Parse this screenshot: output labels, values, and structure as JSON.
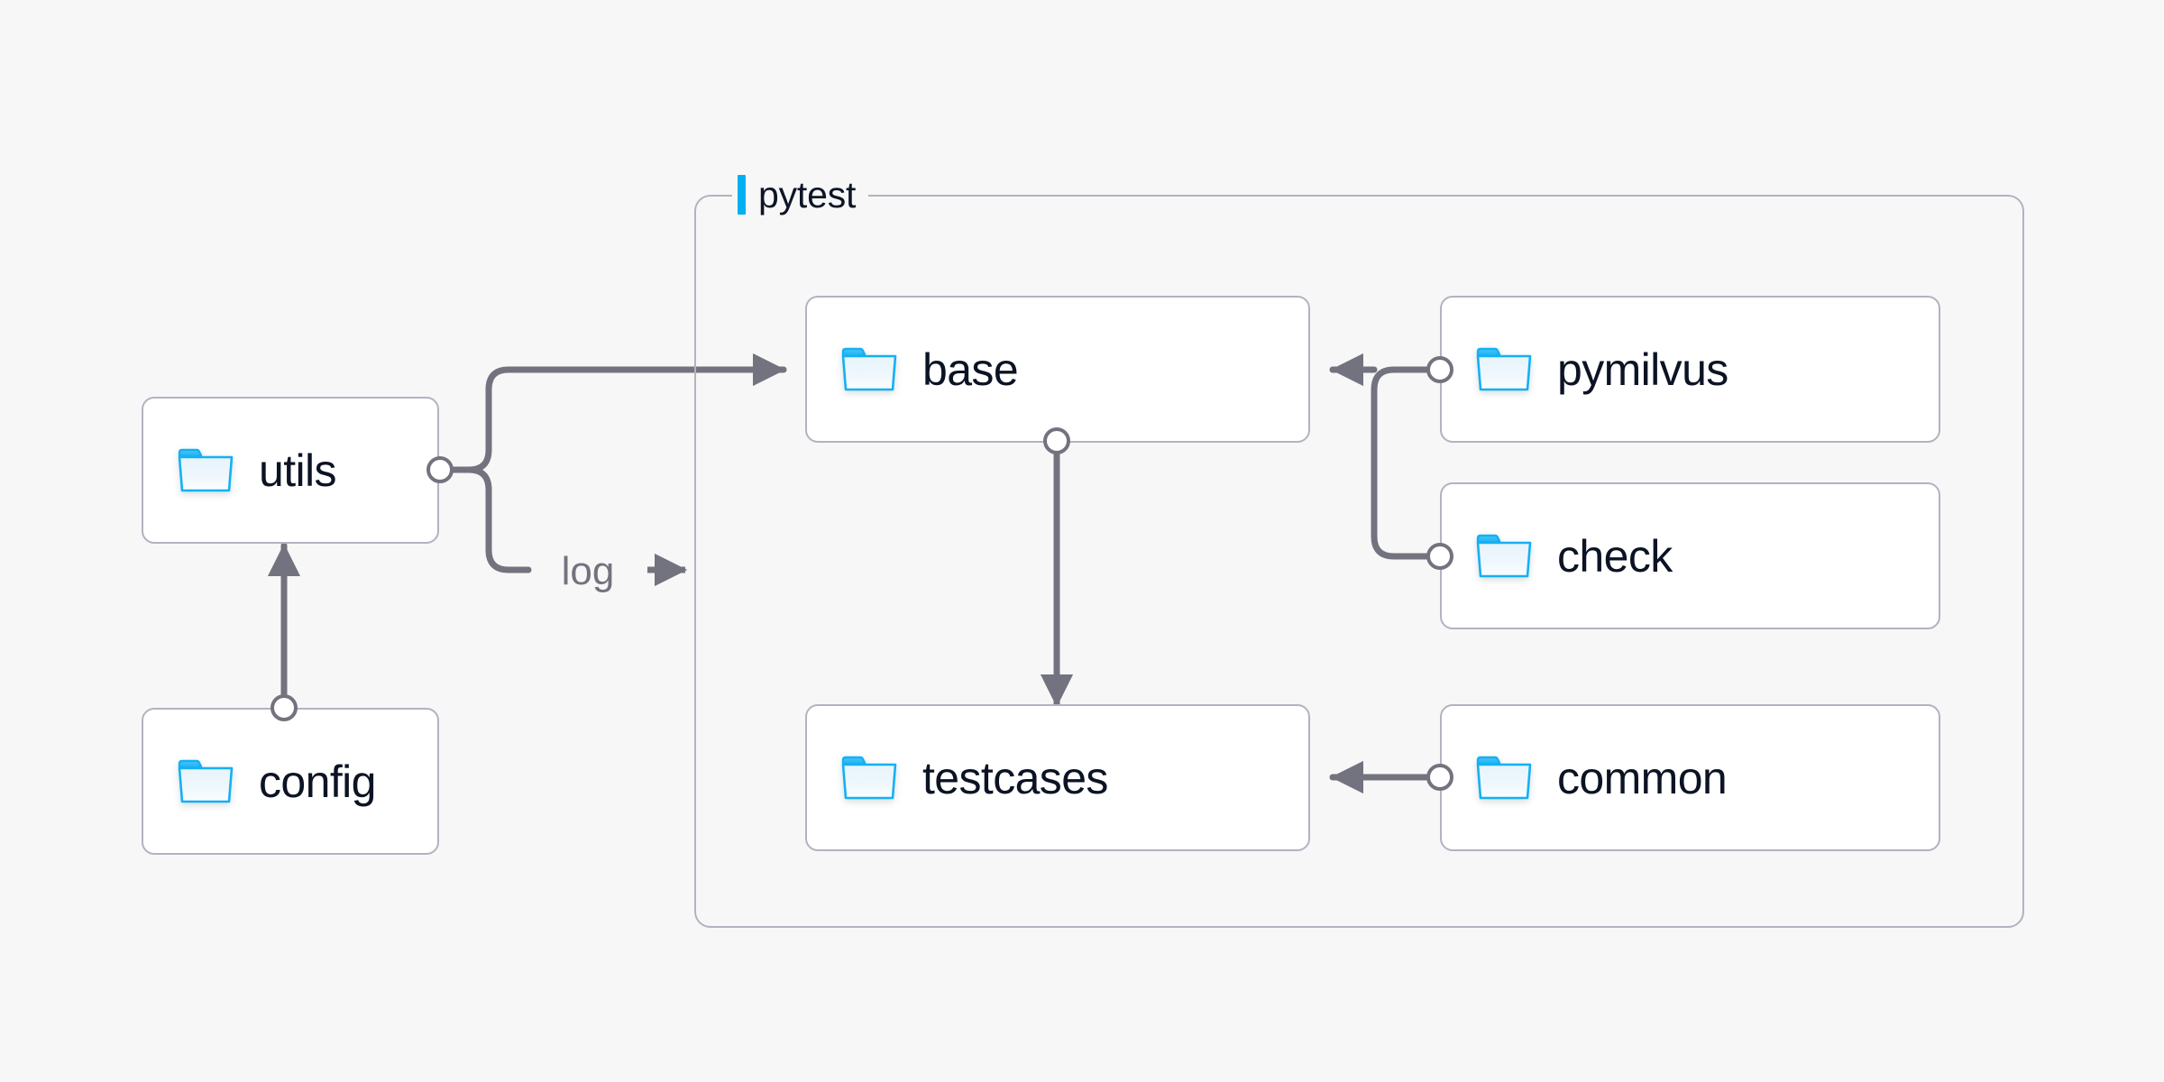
{
  "diagram": {
    "background_color": "#f7f7f7",
    "accent_color": "#00b0f0",
    "edge_color": "#73737f",
    "box_border_color": "#b4b2c0",
    "label_color": "#0b1324",
    "folder_icon_color": "#15b0f3"
  },
  "group": {
    "name": "pytest-group",
    "label": "pytest",
    "accent_icon": "vertical-bar-accent-icon"
  },
  "nodes": [
    {
      "id": "utils",
      "label": "utils",
      "icon": "folder-icon"
    },
    {
      "id": "config",
      "label": "config",
      "icon": "folder-icon"
    },
    {
      "id": "base",
      "label": "base",
      "icon": "folder-icon"
    },
    {
      "id": "testcases",
      "label": "testcases",
      "icon": "folder-icon"
    },
    {
      "id": "pymilvus",
      "label": "pymilvus",
      "icon": "folder-icon"
    },
    {
      "id": "check",
      "label": "check",
      "icon": "folder-icon"
    },
    {
      "id": "common",
      "label": "common",
      "icon": "folder-icon"
    }
  ],
  "edges": [
    {
      "id": "utils-to-base",
      "from": "utils",
      "to": "base",
      "label": ""
    },
    {
      "id": "utils-to-pytest-log",
      "from": "utils",
      "to": "pytest",
      "label": "log"
    },
    {
      "id": "config-to-utils",
      "from": "config",
      "to": "utils",
      "label": ""
    },
    {
      "id": "base-to-testcases",
      "from": "base",
      "to": "testcases",
      "label": ""
    },
    {
      "id": "pymilvus-to-base",
      "from": "pymilvus",
      "to": "base",
      "label": ""
    },
    {
      "id": "check-to-base",
      "from": "check",
      "to": "base",
      "label": ""
    },
    {
      "id": "common-to-testcases",
      "from": "common",
      "to": "testcases",
      "label": ""
    }
  ]
}
